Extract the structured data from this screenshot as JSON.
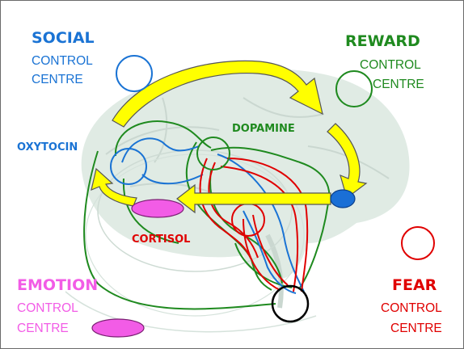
{
  "colors": {
    "social": "#1a73d4",
    "reward": "#1f8a1f",
    "emotion": "#f25ce6",
    "fear": "#e00000",
    "arrow": "#ffff00",
    "dopamine_dot": "#1a6fd6",
    "brain": "#bcd3c7"
  },
  "social": {
    "title": "SOCIAL",
    "line1": "CONTROL",
    "line2": "CENTRE"
  },
  "reward": {
    "title": "REWARD",
    "line1": "CONTROL",
    "line2": "CENTRE"
  },
  "emotion": {
    "title": "EMOTION",
    "line1": "CONTROL",
    "line2": "CENTRE"
  },
  "fear": {
    "title": "FEAR",
    "line1": "CONTROL",
    "line2": "CENTRE"
  },
  "hormones": {
    "oxytocin": "OXYTOCIN",
    "dopamine": "DOPAMINE",
    "cortisol": "CORTISOL"
  }
}
